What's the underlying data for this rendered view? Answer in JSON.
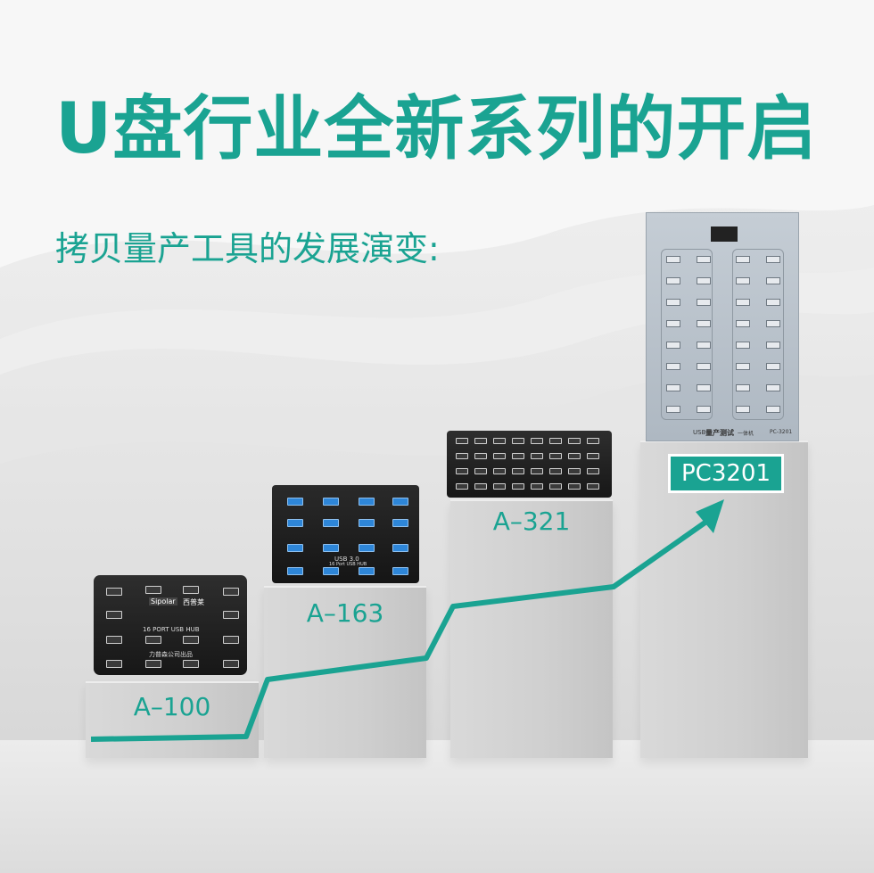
{
  "title": "U盘行业全新系列的开启",
  "subtitle": "拷贝量产工具的发展演变:",
  "products": [
    {
      "label": "A–100"
    },
    {
      "label": "A–163"
    },
    {
      "label": "A–321"
    },
    {
      "label": "PC3201"
    }
  ],
  "a100_device": {
    "brand": "Sipolar",
    "brand_cn": "西普莱",
    "model_text": "16 PORT USB HUB",
    "maker_text": "力普森公司出品"
  },
  "a163_device": {
    "usb_text": "USB 3.0",
    "sub_text": "16 Port USB HUB"
  },
  "pc3201_device": {
    "footer_usb": "USB",
    "footer_title": "量产测试",
    "footer_suffix": "一体机",
    "footer_model": "PC-3201"
  },
  "colors": {
    "accent": "#1aa392"
  }
}
